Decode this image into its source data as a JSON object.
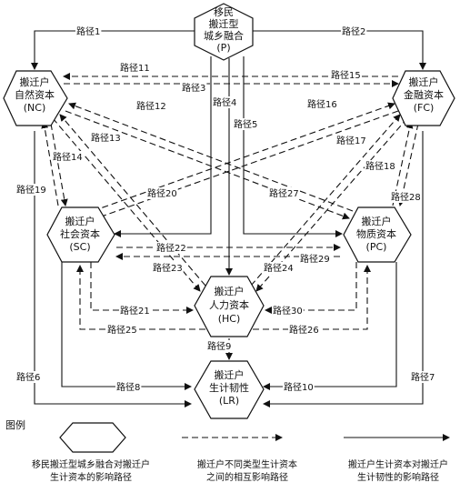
{
  "nodes": {
    "P": [
      "移民",
      "搬迁型",
      "城乡融合",
      "(P)"
    ],
    "NC": [
      "搬迁户",
      "自然资本",
      "(NC)"
    ],
    "FC": [
      "搬迁户",
      "金融资本",
      "(FC)"
    ],
    "SC": [
      "搬迁户",
      "社会资本",
      "(SC)"
    ],
    "PC": [
      "搬迁户",
      "物质资本",
      "(PC)"
    ],
    "HC": [
      "搬迁户",
      "人力资本",
      "(HC)"
    ],
    "LR": [
      "搬迁户",
      "生计韧性",
      "(LR)"
    ]
  },
  "paths": {
    "p1": "路径1",
    "p2": "路径2",
    "p3": "路径3",
    "p4": "路径4",
    "p5": "路径5",
    "p6": "路径6",
    "p7": "路径7",
    "p8": "路径8",
    "p9": "路径9",
    "p10": "路径10",
    "p11": "路径11",
    "p12": "路径12",
    "p13": "路径13",
    "p14": "路径14",
    "p15": "路径15",
    "p16": "路径16",
    "p17": "路径17",
    "p18": "路径18",
    "p19": "路径19",
    "p20": "路径20",
    "p21": "路径21",
    "p22": "路径22",
    "p23": "路径23",
    "p24": "路径24",
    "p25": "路径25",
    "p26": "路径26",
    "p27": "路径27",
    "p28": "路径28",
    "p29": "路径29",
    "p30": "路径30"
  },
  "legend": {
    "title": "图例",
    "item1": [
      "移民搬迁型城乡融合对搬迁户",
      "生计资本的影响路径"
    ],
    "item2": [
      "搬迁户不同类型生计资本",
      "之间的相互影响路径"
    ],
    "item3": [
      "搬迁户生计资本对搬迁户",
      "生计韧性的影响路径"
    ]
  }
}
